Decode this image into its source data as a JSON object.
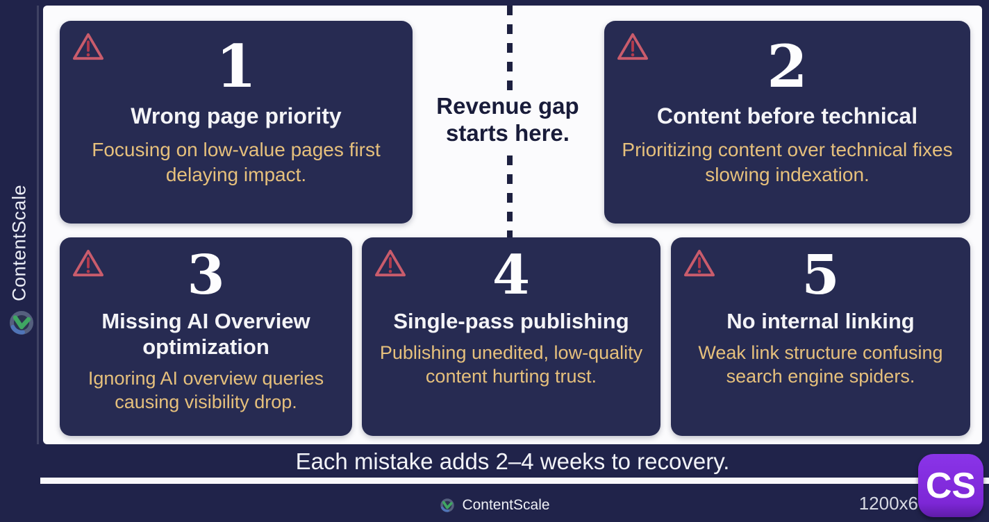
{
  "sidebar": {
    "brand": "ContentScale",
    "logo_icon": "contentscale-check-logo"
  },
  "center_divider": {
    "label_line1": "Revenue gap",
    "label_line2": "starts here."
  },
  "cards": [
    {
      "number": "1",
      "title": "Wrong page priority",
      "description": "Focusing on low-value pages first delaying impact.",
      "icon": "warning-triangle-icon"
    },
    {
      "number": "2",
      "title": "Content before technical",
      "description": "Prioritizing content over technical fixes slowing indexation.",
      "icon": "warning-triangle-icon"
    },
    {
      "number": "3",
      "title": "Missing AI Overview optimization",
      "description": "Ignoring AI overview queries causing visibility drop.",
      "icon": "warning-triangle-icon"
    },
    {
      "number": "4",
      "title": "Single-pass publishing",
      "description": "Publishing unedited, low-quality content hurting trust.",
      "icon": "warning-triangle-icon"
    },
    {
      "number": "5",
      "title": "No internal linking",
      "description": "Weak link structure confusing search engine spiders.",
      "icon": "warning-triangle-icon"
    }
  ],
  "footer": {
    "banner": "Each mistake adds 2–4 weeks to recovery.",
    "brand": "ContentScale",
    "brand_icon": "contentscale-check-logo",
    "dimensions_text": "1200x6",
    "badge_text": "CS"
  },
  "colors": {
    "background_navy": "#20234a",
    "card_navy": "#272b52",
    "panel_white": "#fbfbfd",
    "accent_gold": "#e6c07c",
    "warning_red": "#c95c6c",
    "badge_purple": "#8430e0",
    "logo_green": "#3fa662"
  }
}
